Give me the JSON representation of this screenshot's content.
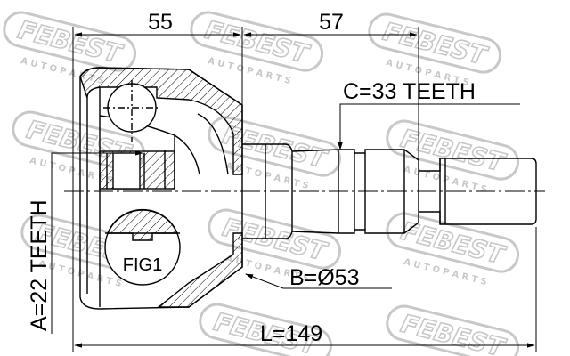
{
  "watermark": {
    "brand": "FEBEST",
    "tagline": "A U T O  P A R T S"
  },
  "dimensions": {
    "housing_length": "55",
    "shaft_length": "57",
    "outer_teeth": "C=33 TEETH",
    "inner_teeth": "A=22 TEETH",
    "seal_diameter": "B=Ø53",
    "total_length": "L=149"
  },
  "figure_label": "FIG1",
  "colors": {
    "line": "#000000",
    "watermark": "#c8c8c8",
    "background": "#ffffff"
  }
}
